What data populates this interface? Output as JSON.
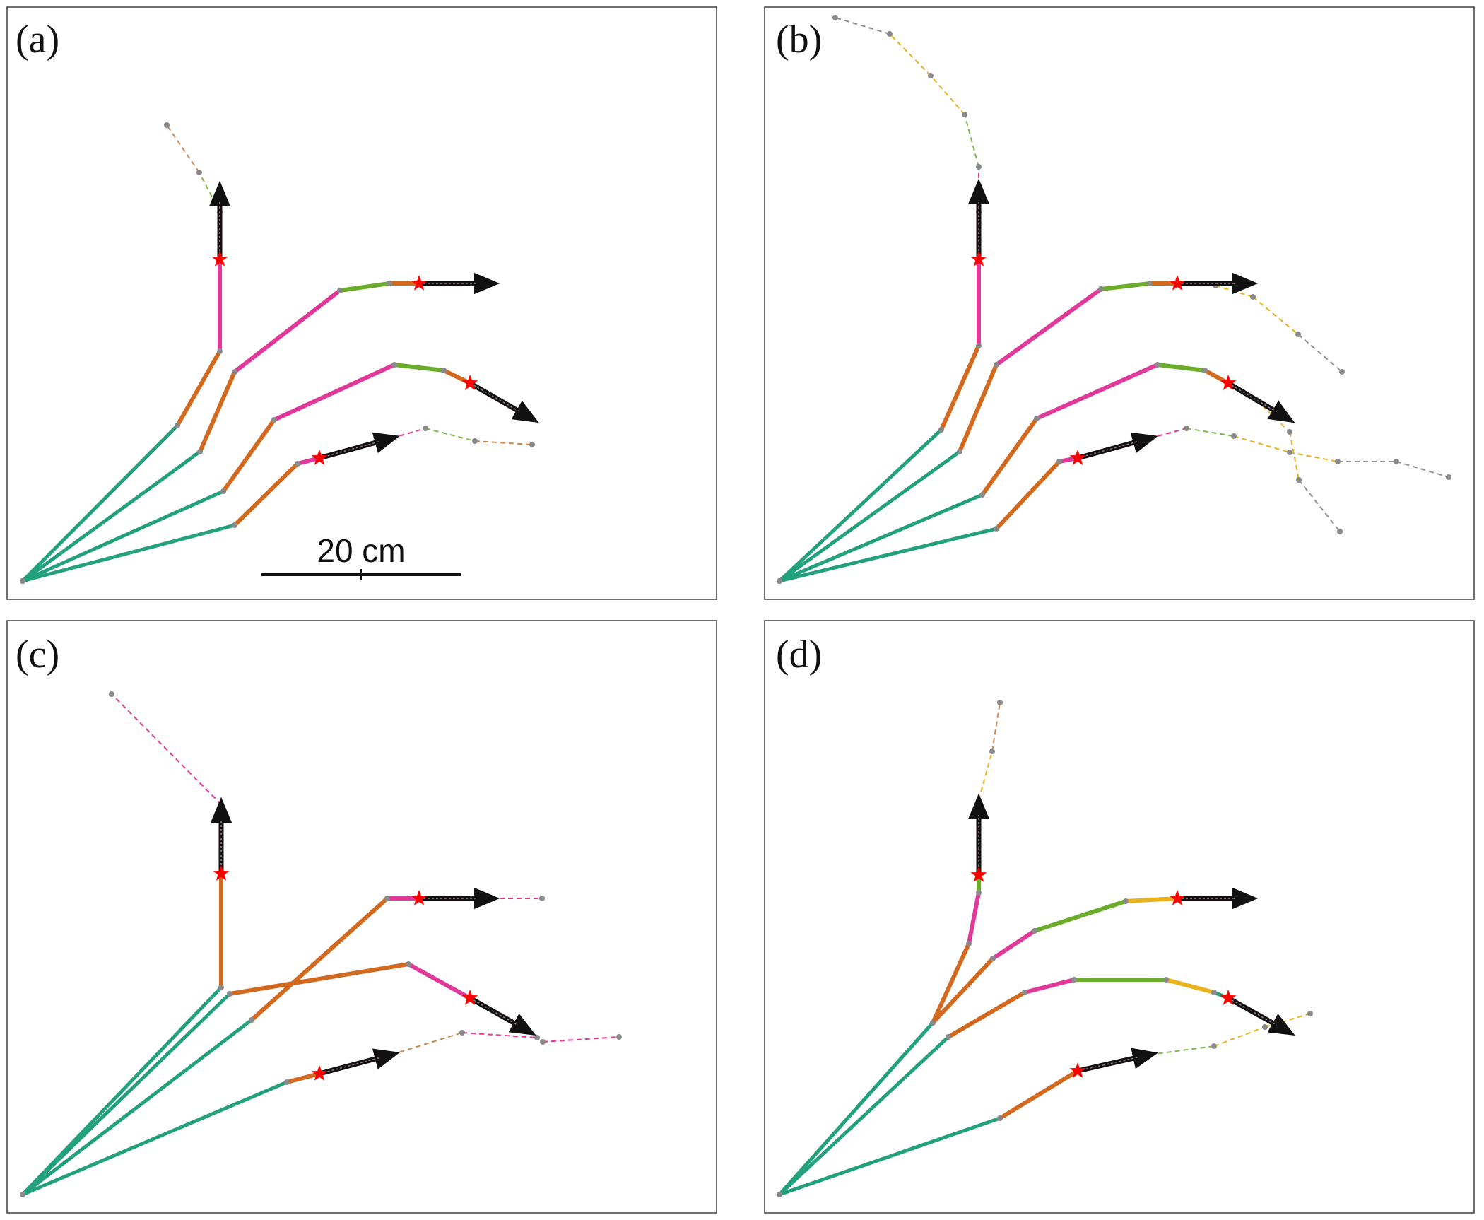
{
  "colors": {
    "background": "#ffffff",
    "frame": "#6f6f6f",
    "base": "#23a07c",
    "orange": "#d2691e",
    "magenta": "#e0399a",
    "green": "#6bad2a",
    "yellow": "#e9b21f",
    "node": "#8a8a8a",
    "star": "#ff0000",
    "arrow": "#111111",
    "ghost_gray": "#8f8f8f",
    "ghost_magenta": "#e0399a",
    "ghost_green": "#7fb84a",
    "ghost_yellow": "#e9b21f",
    "ghost_orange": "#c98a55"
  },
  "scale_bar": {
    "label": "20 cm"
  },
  "panels": [
    {
      "label": "(a)",
      "robots": [
        {
          "segments": [
            "base",
            "orange",
            "magenta"
          ],
          "arrow": true
        },
        {
          "segments": [
            "base",
            "orange",
            "magenta",
            "green",
            "orange"
          ],
          "arrow": true
        },
        {
          "segments": [
            "base",
            "orange",
            "magenta",
            "green",
            "orange"
          ],
          "arrow": true
        },
        {
          "segments": [
            "base",
            "orange",
            "magenta"
          ],
          "arrow": true
        }
      ]
    },
    {
      "label": "(b)",
      "robots": [
        {
          "segments": [
            "base",
            "orange",
            "magenta"
          ],
          "arrow": true
        },
        {
          "segments": [
            "base",
            "orange",
            "magenta",
            "green",
            "orange"
          ],
          "arrow": true
        },
        {
          "segments": [
            "base",
            "orange",
            "magenta",
            "green",
            "orange"
          ],
          "arrow": true
        },
        {
          "segments": [
            "base",
            "orange",
            "magenta"
          ],
          "arrow": true
        }
      ]
    },
    {
      "label": "(c)",
      "robots": [
        {
          "segments": [
            "base",
            "orange"
          ],
          "arrow": true
        },
        {
          "segments": [
            "base",
            "orange",
            "magenta"
          ],
          "arrow": true
        },
        {
          "segments": [
            "base",
            "orange",
            "magenta"
          ],
          "arrow": true
        },
        {
          "segments": [
            "base",
            "orange"
          ],
          "arrow": true
        }
      ]
    },
    {
      "label": "(d)",
      "robots": [
        {
          "segments": [
            "base",
            "orange",
            "magenta",
            "green"
          ],
          "arrow": true
        },
        {
          "segments": [
            "base",
            "orange",
            "magenta",
            "green",
            "yellow"
          ],
          "arrow": true
        },
        {
          "segments": [
            "base",
            "orange",
            "magenta",
            "green",
            "yellow"
          ],
          "arrow": true
        },
        {
          "segments": [
            "base",
            "orange"
          ],
          "arrow": true
        }
      ]
    }
  ]
}
